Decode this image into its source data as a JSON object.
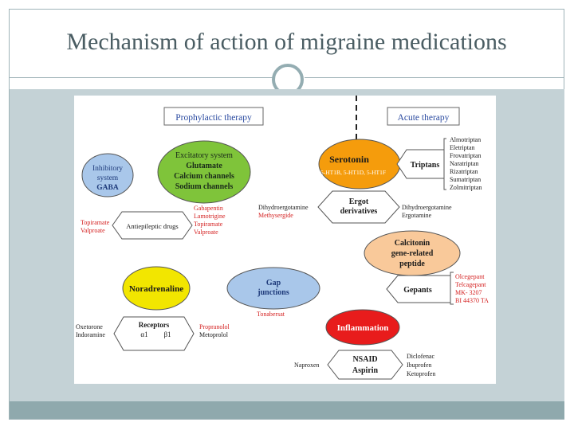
{
  "slide": {
    "title": "Mechanism of action of migraine medications"
  },
  "diagram": {
    "prophylactic_label": "Prophylactic therapy",
    "acute_label": "Acute therapy",
    "inhibitory": [
      "Inhibitory",
      "system",
      "GABA"
    ],
    "excitatory": [
      "Excitatory system",
      "Glutamate",
      "Calcium channels",
      "Sodium channels"
    ],
    "serotonin_title": "Serotonin",
    "serotonin_sub": "5-HT1B, 5-HT1D, 5-HT1F",
    "triptans_label": "Triptans",
    "triptans_drugs": [
      "Almotriptan",
      "Eletriptan",
      "Frovatriptan",
      "Naratriptan",
      "Rizatriptan",
      "Sumatriptan",
      "Zolmitriptan"
    ],
    "antiepileptic_label": "Antiepileptic drugs",
    "antiepileptic_left": [
      "Topiramate",
      "Valproate"
    ],
    "antiepileptic_right": [
      "Gabapentin",
      "Lamotrigine",
      "Topiramate",
      "Valproate"
    ],
    "ergot_label": [
      "Ergot",
      "derivatives"
    ],
    "ergot_left": [
      "Dihydroergotamine",
      "Methysergide"
    ],
    "ergot_right": [
      "Dihydroergotamine",
      "Ergotamine"
    ],
    "cgrp": [
      "Calcitonin",
      "gene-related",
      "peptide"
    ],
    "gepants_label": "Gepants",
    "gepants_drugs": [
      "Olcegepant",
      "Telcagepant",
      "MK- 3207",
      "BI 44370 TA"
    ],
    "noradrenaline": "Noradrenaline",
    "gap": [
      "Gap",
      "junctions"
    ],
    "gap_drug": "Tonabersat",
    "receptors": [
      "Receptors",
      "α1",
      "β1"
    ],
    "receptors_left": [
      "Oxetorone",
      "Indoramine"
    ],
    "receptors_right": [
      "Propranolol",
      "Metoprolol"
    ],
    "inflammation": "Inflammation",
    "nsaid": [
      "NSAID",
      "Aspirin"
    ],
    "nsaid_left": "Naproxen",
    "nsaid_right": [
      "Diclofenac",
      "Ibuprofen",
      "Ketoprofen"
    ]
  },
  "colors": {
    "frame": "#9fb3b8",
    "content_bg": "#c4d2d6",
    "bottom_bar": "#8fa9ad",
    "inhibitory": "#a9c7ea",
    "excitatory": "#7fc43a",
    "serotonin": "#f59c0c",
    "cgrp": "#f9c99a",
    "noradrenaline": "#f2e600",
    "gap": "#a9c7ea",
    "inflammation": "#e81c1c",
    "red_text": "#d41f1f",
    "label_blue": "#2a4aa0"
  }
}
